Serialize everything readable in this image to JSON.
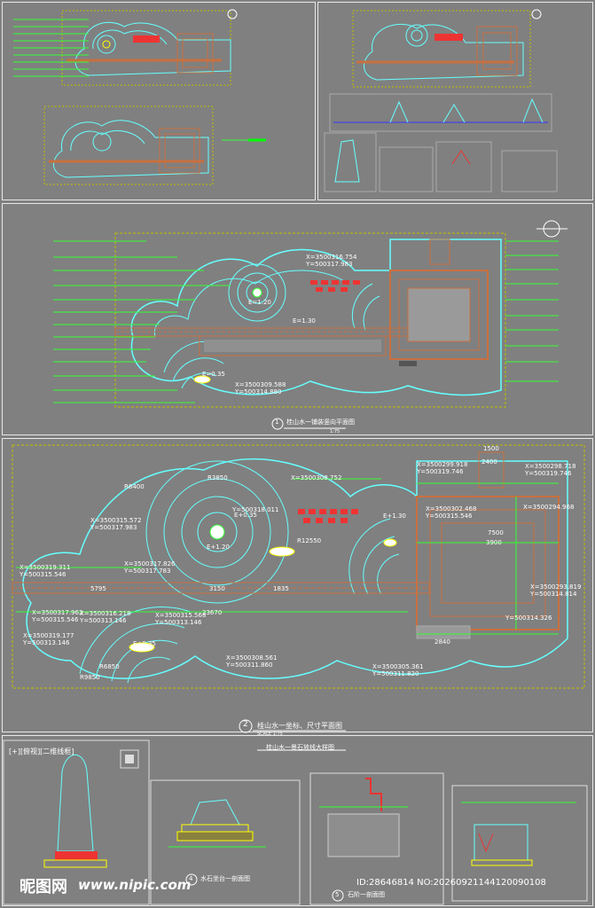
{
  "main_plan": {
    "title": "桂山水一铺装竖向平面图",
    "num": "1",
    "scale": "1:75",
    "labels": {
      "elev_top": "E=1.20",
      "elev_left": "E=0.35",
      "elev_right": "E=1.30",
      "coord_a": "X=3500316.754",
      "coord_b": "Y=500317.983",
      "coord_c": "X=3500309.588",
      "coord_d": "Y=500314.880"
    }
  },
  "dim_plan": {
    "title": "桂山水一坐标、尺寸平面图",
    "num": "2",
    "scale": "SCALE 1:75",
    "subtitle": "桂山水一景石放线大样图",
    "dims": {
      "d5795": "5795",
      "d23670": "23670",
      "d7500": "7500",
      "d3900": "3900",
      "d2400": "2400",
      "d1500": "1500",
      "d2840": "2840",
      "d1835": "1835",
      "d3150": "3150"
    },
    "coords": {
      "c1": "X=3500308.752",
      "c2": "Y=500318.011",
      "c3": "X=3500317.826",
      "c4": "Y=500317.783",
      "c5": "X=3500319.311",
      "c6": "Y=500315.546",
      "c7": "X=3500302.468",
      "c8": "Y=500315.546",
      "c9": "X=3500315.572",
      "c10": "Y=500317.983",
      "c11": "X=3500299.918",
      "c12": "Y=500319.746",
      "c13": "X=3500298.718",
      "c14": "Y=500319.746",
      "c15": "X=3500294.968",
      "c16": "Y=500314.326",
      "c17": "X=3500293.819",
      "c18": "Y=500314.814",
      "c19": "X=3500305.361",
      "c20": "Y=500311.820",
      "c21": "X=3500317.962",
      "c22": "Y=500315.546",
      "c23": "X=3500319.177",
      "c24": "Y=500313.146",
      "c25": "X=3500308.561",
      "c26": "Y=500311.860",
      "c27": "X=3500315.568",
      "c28": "Y=500313.146",
      "c29": "X=3500316.218",
      "c30": "Y=500313.146"
    },
    "radii": {
      "r1": "R8400",
      "r2": "R3850",
      "r3": "R6850",
      "r4": "R9850",
      "r5": "R12550"
    },
    "elevs": {
      "e1": "E+0.35",
      "e2": "E+1.20",
      "e3": "E+1.30",
      "e4": "E+0.35"
    }
  },
  "details": {
    "d3_title": "[+][俯视][二维线框]",
    "d4_title": "水石坐台一剖面图",
    "d4_num": "4",
    "d5_num": "5",
    "d5_title": "石阶一剖面图"
  },
  "watermark": {
    "brand": "昵图网",
    "url": "www.nipic.com",
    "id": "ID:28646814 NO:20260921144120090108"
  }
}
